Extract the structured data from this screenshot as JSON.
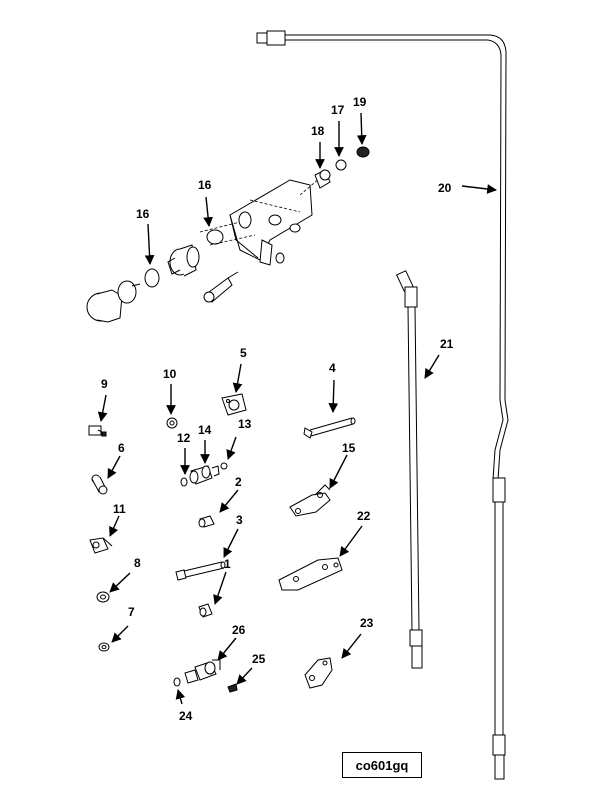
{
  "figure_code": "co601gq",
  "callouts": {
    "c1": "1",
    "c2": "2",
    "c3": "3",
    "c4": "4",
    "c5": "5",
    "c6": "6",
    "c7": "7",
    "c8": "8",
    "c9": "9",
    "c10": "10",
    "c11": "11",
    "c12": "12",
    "c13": "13",
    "c14": "14",
    "c15": "15",
    "c16a": "16",
    "c16b": "16",
    "c17": "17",
    "c18": "18",
    "c19": "19",
    "c20": "20",
    "c21": "21",
    "c22": "22",
    "c23": "23",
    "c24": "24",
    "c25": "25",
    "c26": "26"
  }
}
